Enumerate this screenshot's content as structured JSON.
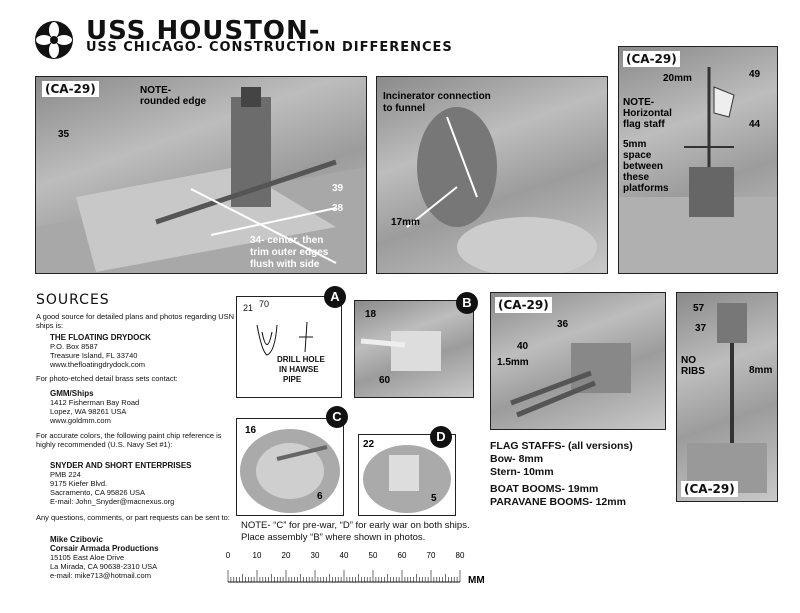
{
  "header": {
    "title": "USS HOUSTON-",
    "subtitle": "USS CHICAGO- CONSTRUCTION DIFFERENCES",
    "logo_icon": "flower-logo-icon"
  },
  "photos": {
    "main": {
      "tag": "(CA-29)",
      "note": "NOTE-",
      "note2": "rounded edge",
      "callouts": [
        "35",
        "39",
        "38"
      ],
      "trim_note_1": "34- center, then",
      "trim_note_2": "trim outer edges",
      "trim_note_3": "flush with side"
    },
    "incinerator": {
      "label_1": "Incinerator connection",
      "label_2": "to funnel",
      "dim": "17mm"
    },
    "mast": {
      "tag": "(CA-29)",
      "dim_top": "20mm",
      "callout_49": "49",
      "note": "NOTE-",
      "note2": "Horizontal",
      "note3": "flag staff",
      "callout_44": "44",
      "space_1": "5mm",
      "space_2": "space",
      "space_3": "between",
      "space_4": "these",
      "space_5": "platforms"
    },
    "detail_a": {
      "badge": "A",
      "n1": "21",
      "n2": "70",
      "drill_1": "DRILL HOLE",
      "drill_2": "IN HAWSE",
      "drill_3": "PIPE"
    },
    "detail_b": {
      "badge": "B",
      "n1": "18",
      "n2": "60"
    },
    "detail_c": {
      "badge": "C",
      "n1": "16",
      "n2": "6"
    },
    "detail_d": {
      "badge": "D",
      "n1": "22",
      "n2": "5"
    },
    "turret": {
      "tag": "(CA-29)",
      "n1": "36",
      "n2": "40",
      "dim": "1.5mm"
    },
    "foremast": {
      "n1": "57",
      "n2": "37",
      "no_ribs_1": "NO",
      "no_ribs_2": "RIBS",
      "dim": "8mm",
      "tag": "(CA-29)"
    }
  },
  "sources": {
    "heading": "SOURCES",
    "intro": "A good source for detailed plans and photos regarding USN ships is:",
    "drydock_name": "THE FLOATING DRYDOCK",
    "drydock_1": "P.O. Box 8587",
    "drydock_2": "Treasure Island, FL 33740",
    "drydock_3": "www.thefloatingdrydock.com",
    "brass_intro": "For photo-etched detail brass sets contact:",
    "gmm_name": "GMM/Ships",
    "gmm_1": "1412 Fisherman Bay Road",
    "gmm_2": "Lopez, WA 98261 USA",
    "gmm_3": "www.goldmm.com",
    "paint_intro": "For accurate colors, the following paint chip reference is highly recommended (U.S. Navy Set #1):",
    "snyder_name": "SNYDER AND SHORT ENTERPRISES",
    "snyder_1": "PMB 224",
    "snyder_2": "9175 Kiefer Blvd.",
    "snyder_3": "Sacramento, CA 95826 USA",
    "snyder_4": "E-mail: John_Snyder@macnexus.org",
    "questions": "Any questions, comments, or part requests can be sent to:",
    "mike_1": "Mike Czibovic",
    "mike_2": "Corsair Armada Productions",
    "mike_3": "15105 East Aloe Drive",
    "mike_4": "La Mirada, CA 90638-2310 USA",
    "mike_5": "e-mail: mike713@hotmail.com"
  },
  "flags": {
    "heading": "FLAG STAFFS- (all versions)",
    "bow": "Bow- 8mm",
    "stern": "Stern- 10mm",
    "boat": "BOAT BOOMS- 19mm",
    "paravane": "PARAVANE BOOMS- 12mm"
  },
  "note": {
    "line_1": "NOTE- “C” for pre-war, “D” for early war on both ships.",
    "line_2": "Place assembly “B” where shown in photos."
  },
  "ruler": {
    "labels": [
      "0",
      "10",
      "20",
      "30",
      "40",
      "50",
      "60",
      "70",
      "80"
    ],
    "unit": "MM"
  }
}
